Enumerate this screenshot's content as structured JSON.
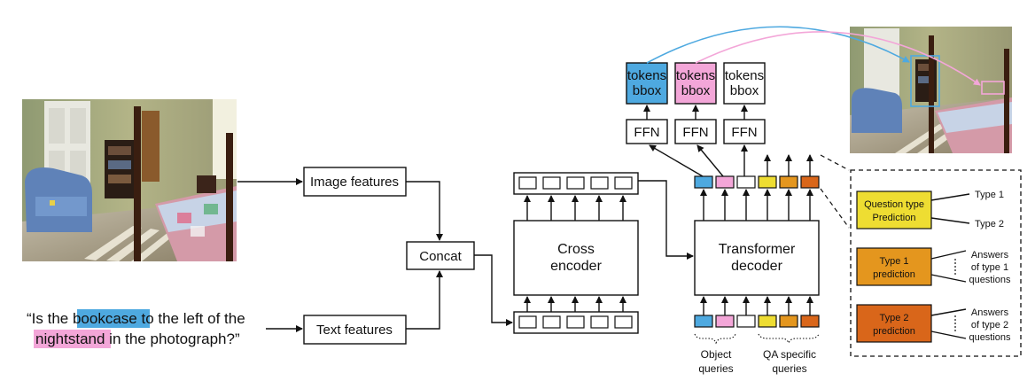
{
  "colors": {
    "blue": "#4ea9e0",
    "pink": "#f3a6d8",
    "yellow": "#eedd32",
    "orange": "#e4961e",
    "dark_orange": "#d9661a",
    "white": "#ffffff"
  },
  "input_image": {
    "description_icon": "bedroom-photo"
  },
  "output_image": {
    "description_icon": "bedroom-photo-with-boxes"
  },
  "question": {
    "open_quote": "“Is the ",
    "word1": "bookcase",
    "mid": " to the left of the",
    "word2": "nightstand",
    "end": " in the photograph?”"
  },
  "nodes": {
    "image_features": "Image features",
    "text_features": "Text features",
    "concat": "Concat",
    "cross_encoder_l1": "Cross",
    "cross_encoder_l2": "encoder",
    "transformer_l1": "Transformer",
    "transformer_l2": "decoder",
    "ffn": "FFN",
    "tokens": "tokens",
    "bbox": "bbox"
  },
  "query_labels": {
    "object_l1": "Object",
    "object_l2": "queries",
    "qa_l1": "QA specific",
    "qa_l2": "queries"
  },
  "detail_panel": {
    "qtype_l1": "Question type",
    "qtype_l2": "Prediction",
    "type1_out": "Type 1",
    "type2_out": "Type 2",
    "type1_pred_l1": "Type 1",
    "type1_pred_l2": "prediction",
    "type2_pred_l1": "Type 2",
    "type2_pred_l2": "prediction",
    "ans1_l1": "Answers",
    "ans1_l2": "of type 1",
    "ans1_l3": "questions",
    "ans2_l1": "Answers",
    "ans2_l2": "of type 2",
    "ans2_l3": "questions"
  }
}
